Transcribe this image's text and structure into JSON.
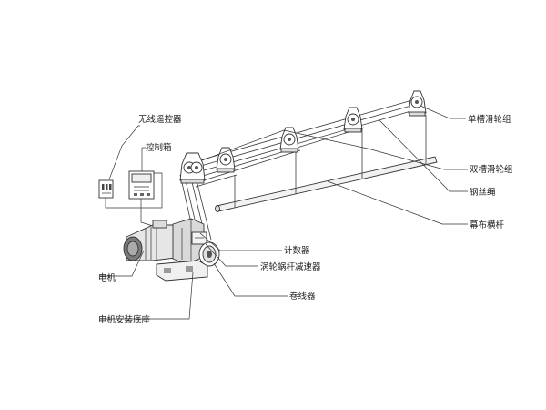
{
  "labels": {
    "remote": "无线遥控器",
    "control_box": "控制箱",
    "motor": "电机",
    "motor_base": "电机安装底座",
    "counter": "计数器",
    "worm_reducer": "涡轮蜗杆减速器",
    "winder": "卷线器",
    "single_pulley": "单槽滑轮组",
    "double_pulley": "双槽滑轮组",
    "wire_rope": "钢丝绳",
    "curtain_bar": "幕布横杆"
  },
  "colors": {
    "line": "#333333",
    "text": "#222222",
    "motor_body": "#e6e6e6",
    "motor_dark": "#7a7a7a",
    "background": "#ffffff"
  },
  "icons": {
    "remote": "remote-control-icon",
    "control_box": "control-box-icon",
    "motor": "motor-icon",
    "pulley": "pulley-icon"
  }
}
